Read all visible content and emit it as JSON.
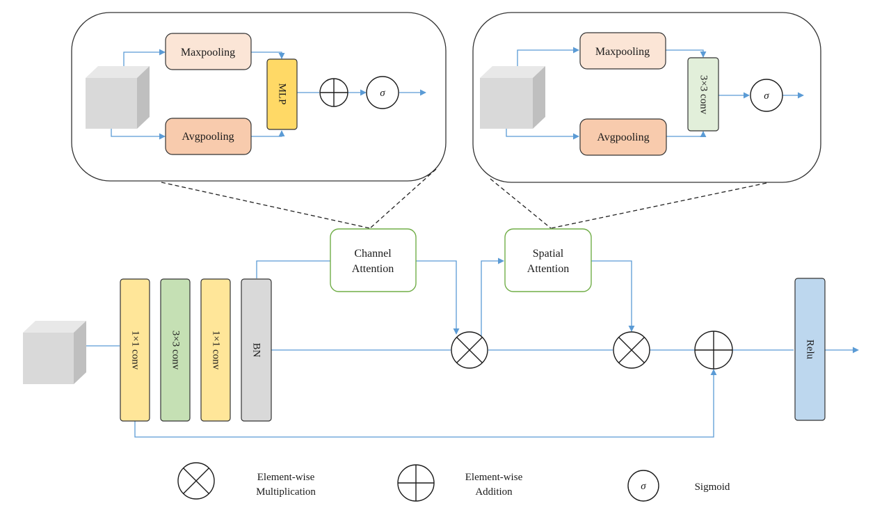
{
  "channel_module": {
    "maxpool_label": "Maxpooling",
    "avgpool_label": "Avgpooling",
    "mlp_label": "MLP",
    "sigmoid_symbol": "σ"
  },
  "spatial_module": {
    "maxpool_label": "Maxpooling",
    "avgpool_label": "Avgpooling",
    "conv_label": "3×3 conv",
    "sigmoid_symbol": "σ"
  },
  "attention": {
    "channel_line1": "Channel",
    "channel_line2": "Attention",
    "spatial_line1": "Spatial",
    "spatial_line2": "Attention"
  },
  "main_path": {
    "conv1_label": "1×1 conv",
    "conv3_label": "3×3 conv",
    "conv1b_label": "1×1 conv",
    "bn_label": "BN",
    "relu_label": "Relu"
  },
  "legend": {
    "mult_line1": "Element-wise",
    "mult_line2": "Multiplication",
    "add_line1": "Element-wise",
    "add_line2": "Addition",
    "sigmoid_symbol": "σ",
    "sigmoid_label": "Sigmoid"
  },
  "colors": {
    "arrow": "#5b9bd5",
    "maxpool_fill": "#fbe5d6",
    "avgpool_fill": "#f8cbad",
    "mlp_fill": "#ffd966",
    "conv3_fill": "#e2efda",
    "conv1_fill": "#ffe699",
    "conv3_main_fill": "#c5e0b4",
    "bn_fill": "#d9d9d9",
    "relu_fill": "#bdd7ee",
    "attention_border": "#70ad47"
  }
}
